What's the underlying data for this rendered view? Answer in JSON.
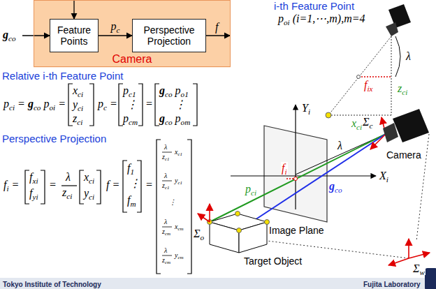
{
  "diagram": {
    "nodes": [
      {
        "text": [
          "Camera"
        ]
      },
      {
        "text": [
          "Feature Points"
        ],
        "in": 0
      },
      {
        "text": [
          "Perspective Projection"
        ],
        "in": 0
      }
    ],
    "edges": [
      {
        "from": 1,
        "to": 2,
        "arrow": "to",
        "label": "pc"
      }
    ],
    "labels": [
      "gco",
      "f",
      "i-th Feature Point",
      "poi (i=1,⋯,m),m=4",
      "Relative i-th Feature Point",
      "pci = gco poi =",
      "xci",
      "yci",
      "zci",
      "pc =",
      "pc1",
      "⋮",
      "pcm",
      "=",
      "gco po1",
      "⋮",
      "gco pom",
      "Perspective Projection",
      "fi =",
      "fxi",
      "fyi",
      "=",
      "λ",
      "zci",
      "xci",
      "yci",
      "f =",
      "f1",
      "⋮",
      "fm",
      "=",
      "λ",
      "zc1",
      "xc1",
      "λ",
      "zc1",
      "yc1",
      "⋮",
      "λ",
      "zcm",
      "xcm",
      "λ",
      "zcm",
      "ycm",
      "Tokyo Institute of Technology",
      "Fujita Laboratory",
      "λ",
      "fix",
      "zci",
      "xci",
      "Yi",
      "Xi",
      "Σc",
      "Camera",
      "λ",
      "pci",
      "fi",
      "gco",
      "Σo",
      "Image Plane",
      "Target Object",
      "Σw"
    ]
  }
}
